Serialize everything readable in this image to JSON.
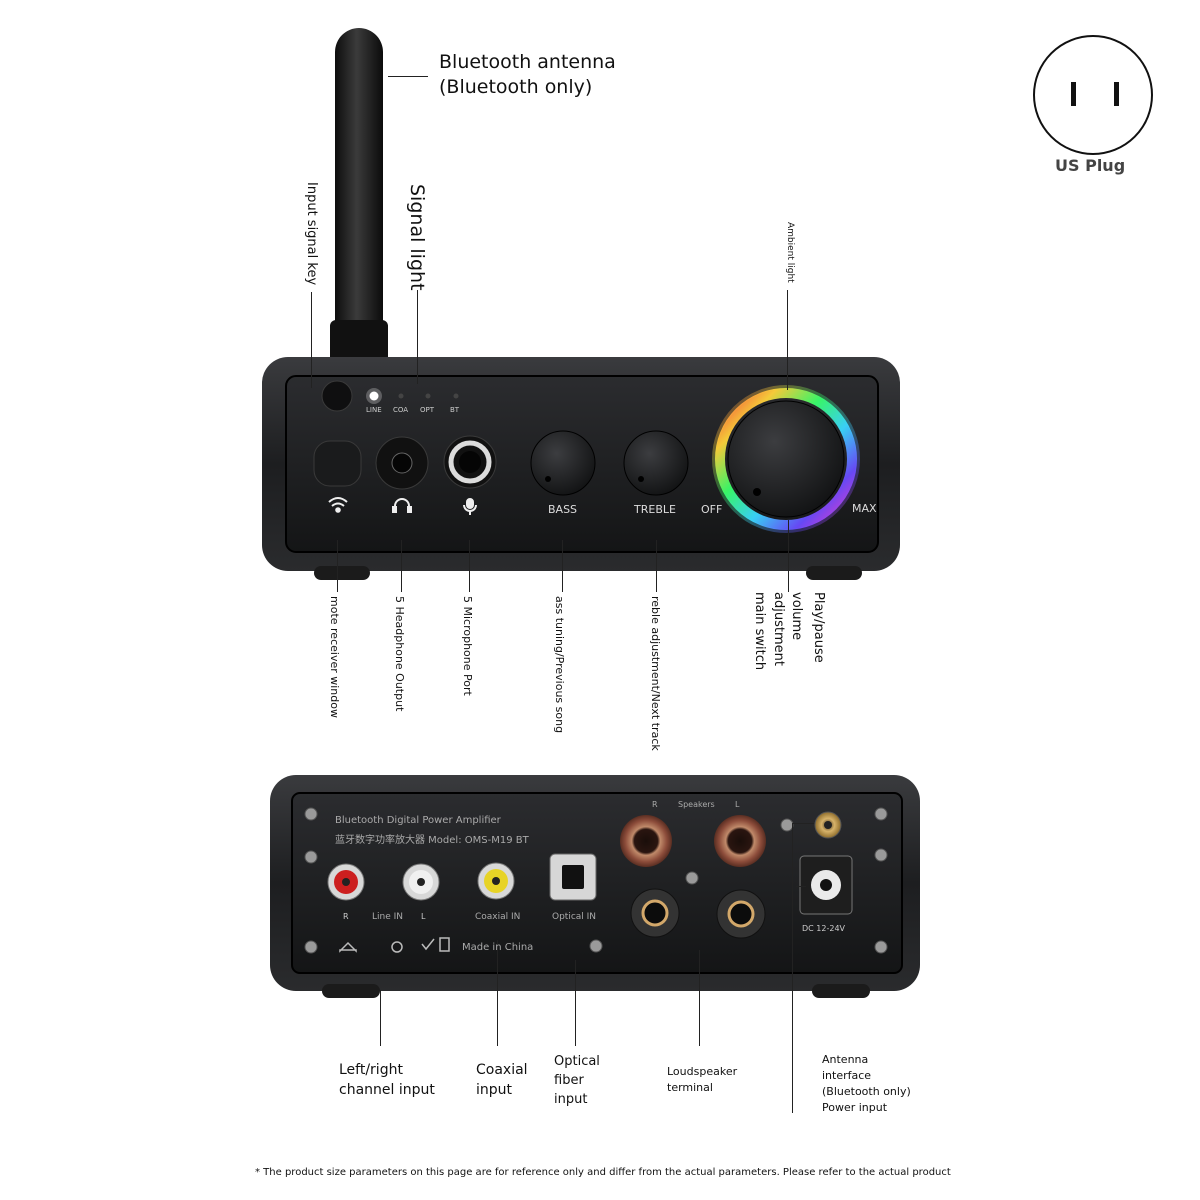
{
  "antenna_label": {
    "line1": "Bluetooth antenna",
    "line2": "(Bluetooth only)"
  },
  "plug": {
    "label": "US Plug"
  },
  "front_labels": {
    "input_signal_key": "Input signal key",
    "signal_light": "Signal light",
    "ambient_light": "Ambient light",
    "remote_receiver": "mote receiver window",
    "headphone_output": "5 Headphone Output",
    "microphone_port": "5 Microphone Port",
    "bass": "ass tuning/Previous song",
    "treble": "reble adjustment/Next track",
    "volume_line1": "Play/pause",
    "volume_line2": "volume",
    "volume_line3": "adjustment",
    "volume_line4": "main switch"
  },
  "front_panel": {
    "led_labels": [
      "LINE",
      "COA",
      "OPT",
      "BT"
    ],
    "bass": "BASS",
    "treble": "TREBLE",
    "off": "OFF",
    "max": "MAX"
  },
  "rear_panel": {
    "title_en": "Bluetooth Digital Power Amplifier",
    "title_cn": "蓝牙数字功率放大器 Model: OMS-M19 BT",
    "speakers": "Speakers",
    "r": "R",
    "l": "L",
    "line_in": "Line IN",
    "coaxial_in": "Coaxial IN",
    "optical_in": "Optical IN",
    "made_in": "Made in China",
    "dc": "DC 12-24V"
  },
  "rear_labels": {
    "lr_line1": "Left/right",
    "lr_line2": "channel input",
    "coax_line1": "Coaxial",
    "coax_line2": "input",
    "optical_line1": "Optical",
    "optical_line2": "fiber",
    "optical_line3": "input",
    "speaker_line1": "Loudspeaker",
    "speaker_line2": "terminal",
    "antenna_line1": "Antenna",
    "antenna_line2": "interface",
    "antenna_line3": "(Bluetooth only)",
    "power": "Power input"
  },
  "footnote": "* The product size parameters on this page are for reference only and differ from the actual parameters. Please refer to the actual product"
}
